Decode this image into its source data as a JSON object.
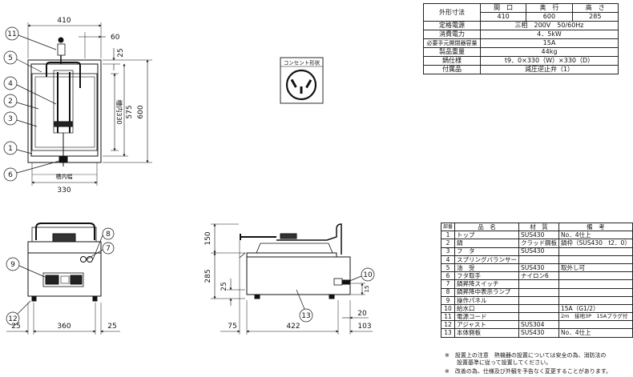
{
  "top_view": {
    "dim_width": "410",
    "dim_60": "60",
    "dim_25": "25",
    "dim_575": "575",
    "dim_600": "600",
    "dim_inner_330": "槽内330",
    "dim_inner_w": "槽内幅",
    "dim_330": "330"
  },
  "callouts": {
    "c1": "1",
    "c2": "2",
    "c3": "3",
    "c4": "4",
    "c5": "5",
    "c6": "6",
    "c7": "7",
    "c8": "8",
    "c9": "9",
    "c10": "10",
    "c11": "11",
    "c12": "12",
    "c13": "13"
  },
  "outlet": {
    "title": "コンセント形状"
  },
  "front_view": {
    "dim_25_left": "25",
    "dim_360": "360",
    "dim_25_right": "25"
  },
  "side_view": {
    "dim_150": "150",
    "dim_285": "285",
    "dim_25": "25",
    "dim_75": "75",
    "dim_422": "422",
    "dim_103": "103",
    "dim_20": "20",
    "dim_15": "15"
  },
  "spec_table": {
    "label_size": "外形寸法",
    "h_width": "間　口",
    "h_depth": "奥　行",
    "h_height": "高　さ",
    "v_width": "410",
    "v_depth": "600",
    "v_height": "285",
    "rows": [
      {
        "label": "定格電源",
        "value": "三相　200V　50/60Hz"
      },
      {
        "label": "消費電力",
        "value": "4．5kW"
      },
      {
        "label": "必要手元開閉器容量",
        "value": "15A"
      },
      {
        "label": "製品重量",
        "value": "44kg"
      },
      {
        "label": "鍋仕様",
        "value": "t9．0×330（W）×330（D）"
      },
      {
        "label": "付属品",
        "value": "減圧逆止弁（1）"
      }
    ]
  },
  "parts_table": {
    "headers": [
      "部番",
      "品　名",
      "材　質",
      "備　考"
    ],
    "rows": [
      [
        "1",
        "トップ",
        "SUS430",
        "No．4仕上"
      ],
      [
        "2",
        "鍋",
        "クラッド鋼板",
        "鍋枠（SUS430　t2．0）"
      ],
      [
        "3",
        "フ　タ",
        "SUS430",
        ""
      ],
      [
        "4",
        "スプリングバランサー",
        "",
        ""
      ],
      [
        "5",
        "油　受",
        "SUS430",
        "取外し可"
      ],
      [
        "6",
        "フタ取手",
        "ナイロン6",
        ""
      ],
      [
        "7",
        "鍋昇降スイッチ",
        "",
        ""
      ],
      [
        "8",
        "鍋昇降中表示ランプ",
        "",
        ""
      ],
      [
        "9",
        "操作パネル",
        "",
        ""
      ],
      [
        "10",
        "給水口",
        "",
        "15A（G1/2）"
      ],
      [
        "11",
        "電源コード",
        "",
        "2m　接地3P　15Aプラグ付"
      ],
      [
        "12",
        "アジャスト",
        "SUS304",
        ""
      ],
      [
        "13",
        "本体側板",
        "SUS430",
        "No．4仕上"
      ]
    ]
  },
  "notes": {
    "note1": "※　設置上の注意　熱機器の設置については安全の為、消防法の",
    "note1b": "設置基準に従って設置してください。",
    "note2": "※　改善の為、仕様及び外観を予告なく変更することがあります。"
  }
}
